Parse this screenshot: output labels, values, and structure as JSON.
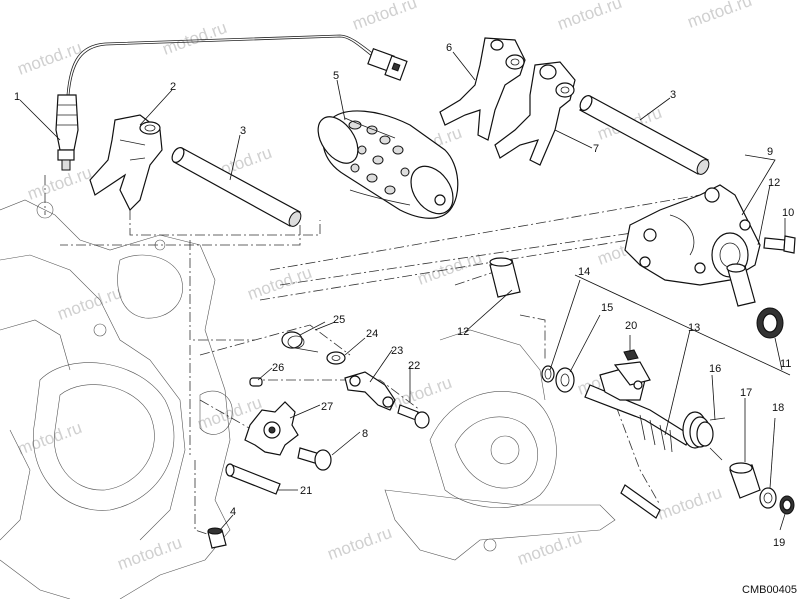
{
  "watermark": "motod.ru",
  "drawing_code": "CMB00405",
  "callouts": [
    "1",
    "2",
    "3",
    "5",
    "6",
    "3",
    "7",
    "9",
    "12",
    "10",
    "14",
    "15",
    "20",
    "13",
    "11",
    "16",
    "17",
    "18",
    "19",
    "25",
    "24",
    "23",
    "26",
    "22",
    "12",
    "27",
    "8",
    "21",
    "4"
  ]
}
